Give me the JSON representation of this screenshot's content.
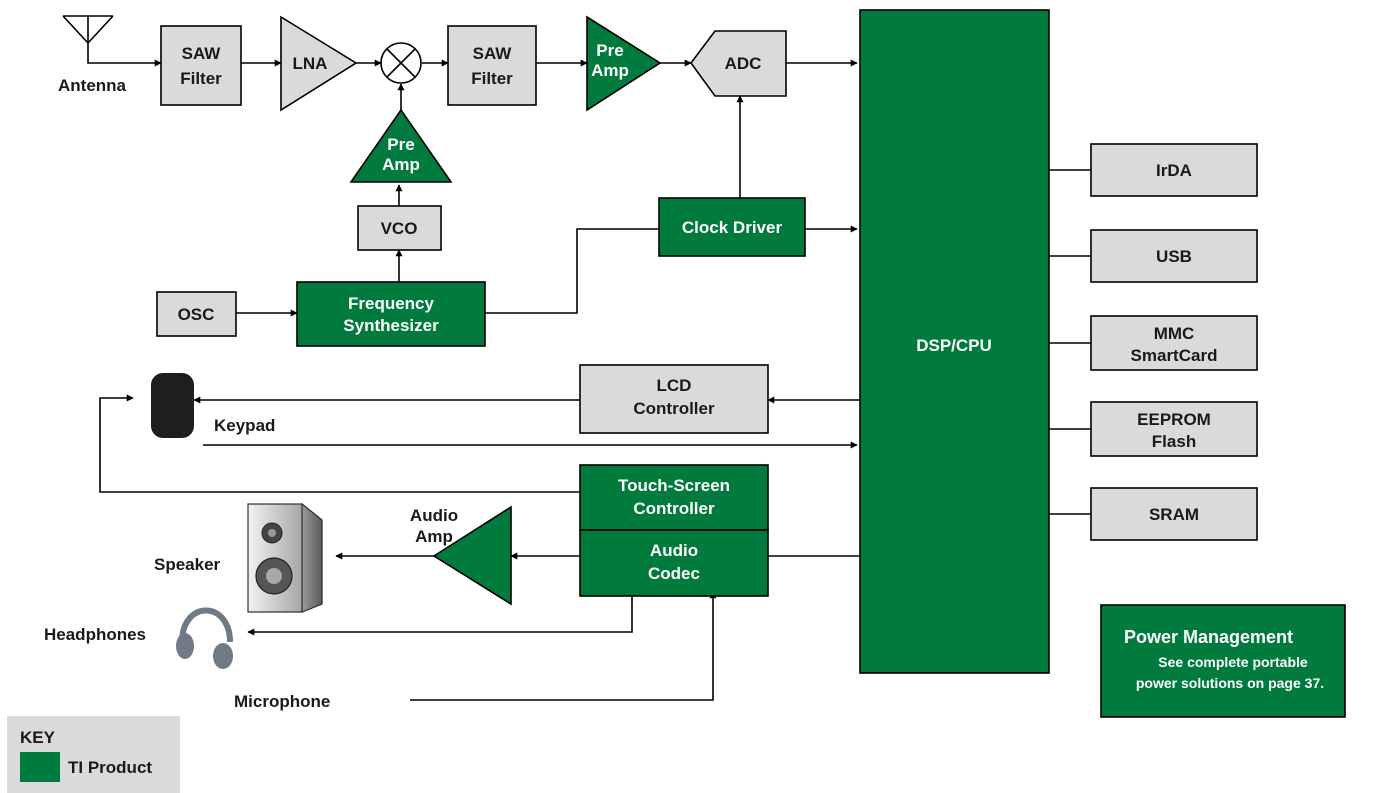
{
  "external": {
    "antenna": "Antenna",
    "keypad": "Keypad",
    "speaker": "Speaker",
    "headphones": "Headphones",
    "microphone": "Microphone"
  },
  "blocks": {
    "saw1": [
      "SAW",
      "Filter"
    ],
    "lna": "LNA",
    "saw2": [
      "SAW",
      "Filter"
    ],
    "preamp_rx": [
      "Pre",
      "Amp"
    ],
    "adc": "ADC",
    "preamp_lo": [
      "Pre",
      "Amp"
    ],
    "vco": "VCO",
    "osc": "OSC",
    "freq_synth": [
      "Frequency",
      "Synthesizer"
    ],
    "clock_driver": "Clock Driver",
    "dsp": "DSP/CPU",
    "irda": "IrDA",
    "usb": "USB",
    "mmc": [
      "MMC",
      "SmartCard"
    ],
    "eeprom": [
      "EEPROM",
      "Flash"
    ],
    "sram": "SRAM",
    "lcd": [
      "LCD",
      "Controller"
    ],
    "touch": [
      "Touch-Screen",
      "Controller"
    ],
    "codec": [
      "Audio",
      "Codec"
    ],
    "audio_amp": [
      "Audio",
      "Amp"
    ]
  },
  "power": {
    "title": "Power Management",
    "line1": "See complete portable",
    "line2": "power solutions on page 37."
  },
  "key": {
    "title": "KEY",
    "item": "TI Product"
  },
  "colors": {
    "ti_product": "#007a3d",
    "other_block": "#d9dadb"
  }
}
